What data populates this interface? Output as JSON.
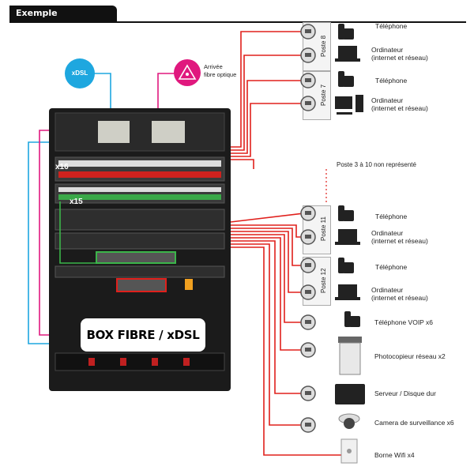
{
  "title": "Exemple d'installation",
  "sources": {
    "xdsl": "xDSL",
    "fiber": "Arrivée\nfibre optique"
  },
  "rack": {
    "count_upper": "x16",
    "count_lower": "x15",
    "box_label": "BOX FIBRE / xDSL"
  },
  "postes": [
    {
      "label": "Poste 8",
      "devices": [
        "Téléphone",
        "Ordinateur\n(internet et réseau)"
      ]
    },
    {
      "label": "Poste 7",
      "devices": [
        "Téléphone",
        "Ordinateur\n(internet et réseau)"
      ]
    },
    {
      "label": "Poste 11",
      "devices": [
        "Téléphone",
        "Ordinateur\n(internet et réseau)"
      ]
    },
    {
      "label": "Poste 12",
      "devices": [
        "Téléphone",
        "Ordinateur\n(internet et réseau)"
      ]
    }
  ],
  "note": "Poste 3 à 10 non représenté",
  "other_devices": [
    "Téléphone VOIP x6",
    "Photocopieur réseau x2",
    "Serveur / Disque dur",
    "Camera de surveillance x6",
    "Borne Wifi x4"
  ],
  "colors": {
    "cable_red": "#e0201c",
    "cable_blue": "#1ea7df",
    "cable_pink": "#e0187e",
    "cable_green": "#3bb54a",
    "rack_dark": "#1b1b1b"
  }
}
